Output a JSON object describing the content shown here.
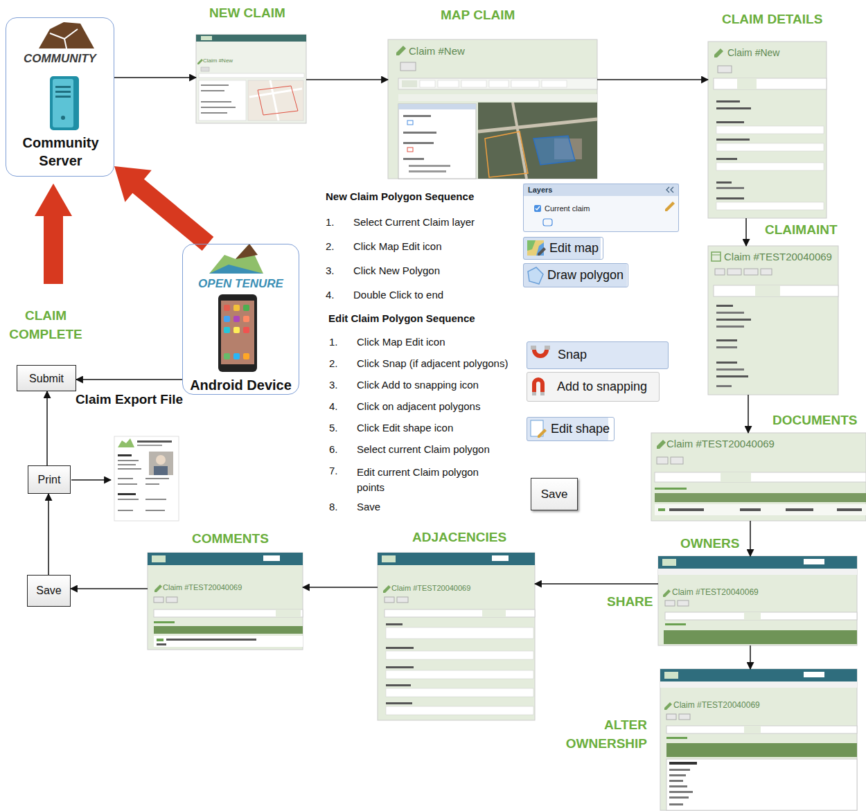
{
  "diagram": {
    "nodes": [
      {
        "text": [
          "COMMUNITY",
          "Community Server"
        ]
      },
      {
        "text": [
          "NEW CLAIM",
          "Claim #New"
        ]
      },
      {
        "text": [
          "MAP CLAIM",
          "Claim #New"
        ]
      },
      {
        "text": [
          "CLAIM DETAILS",
          "Claim #New"
        ]
      },
      {
        "text": [
          "Layers",
          "Current claim"
        ]
      },
      {
        "text": [
          "Edit map"
        ]
      },
      {
        "text": [
          "Draw polygon"
        ]
      },
      {
        "text": [
          "CLAIMAINT",
          "Claim #TEST20040069"
        ]
      },
      {
        "text": [
          "OPEN TENURE",
          "Android Device"
        ]
      },
      {
        "text": [
          "Snap"
        ]
      },
      {
        "text": [
          "Submit"
        ]
      },
      {
        "text": [
          "Add to snapping"
        ]
      },
      {
        "text": [
          "Edit shape"
        ]
      },
      {
        "text": [
          "DOCUMENTS",
          "Claim #TEST20040069"
        ]
      },
      {
        "text": [
          "Print"
        ]
      },
      {
        "text": [
          "Save"
        ]
      },
      {
        "text": [
          "COMMENTS",
          "Claim #TEST20040069"
        ]
      },
      {
        "text": [
          "ADJACENCIES",
          "Claim #TEST20040069"
        ]
      },
      {
        "text": [
          "OWNERS",
          "Claim #TEST20040069"
        ]
      },
      {
        "text": [
          "Save"
        ]
      },
      {
        "text": [
          "ALTER OWNERSHIP",
          "Claim #TEST20040069"
        ]
      }
    ],
    "edges": [
      {
        "from": 0,
        "to": 1,
        "arrow": "to"
      },
      {
        "from": 1,
        "to": 2,
        "arrow": "to"
      },
      {
        "from": 2,
        "to": 3,
        "arrow": "to"
      },
      {
        "from": 3,
        "to": 7,
        "arrow": "to"
      },
      {
        "from": 7,
        "to": 13,
        "arrow": "to"
      },
      {
        "from": 13,
        "to": 18,
        "arrow": "to"
      },
      {
        "from": 18,
        "to": 20,
        "arrow": "to"
      },
      {
        "from": 18,
        "to": 17,
        "arrow": "to"
      },
      {
        "from": 17,
        "to": 16,
        "arrow": "to"
      },
      {
        "from": 16,
        "to": 19,
        "arrow": "to"
      },
      {
        "from": 19,
        "to": 14,
        "arrow": "to"
      },
      {
        "from": 14,
        "to": 10,
        "arrow": "to"
      },
      {
        "from": 8,
        "to": 10,
        "label": "Claim Export File",
        "arrow": "to"
      },
      {
        "from": 8,
        "to": 0,
        "arrow": "to"
      }
    ],
    "labels": [
      "New Claim Polygon Sequence",
      "1.",
      "Select Current Claim layer",
      "2.",
      "Click Map Edit icon",
      "3.",
      "Click New Polygon",
      "4.",
      "Double Click to end",
      "Edit Claim Polygon Sequence",
      "1.",
      "Click Map Edit icon",
      "2.",
      "Click Snap (if adjacent polygons)",
      "3.",
      "Click Add to snapping icon",
      "4.",
      "Click on adjacent polygons",
      "5.",
      "Click Edit shape icon",
      "6.",
      "Select current Claim polygon",
      "7.",
      "Edit current Claim polygon points",
      "8.",
      "Save",
      "SHARE",
      "CLAIM COMPLETE"
    ]
  }
}
